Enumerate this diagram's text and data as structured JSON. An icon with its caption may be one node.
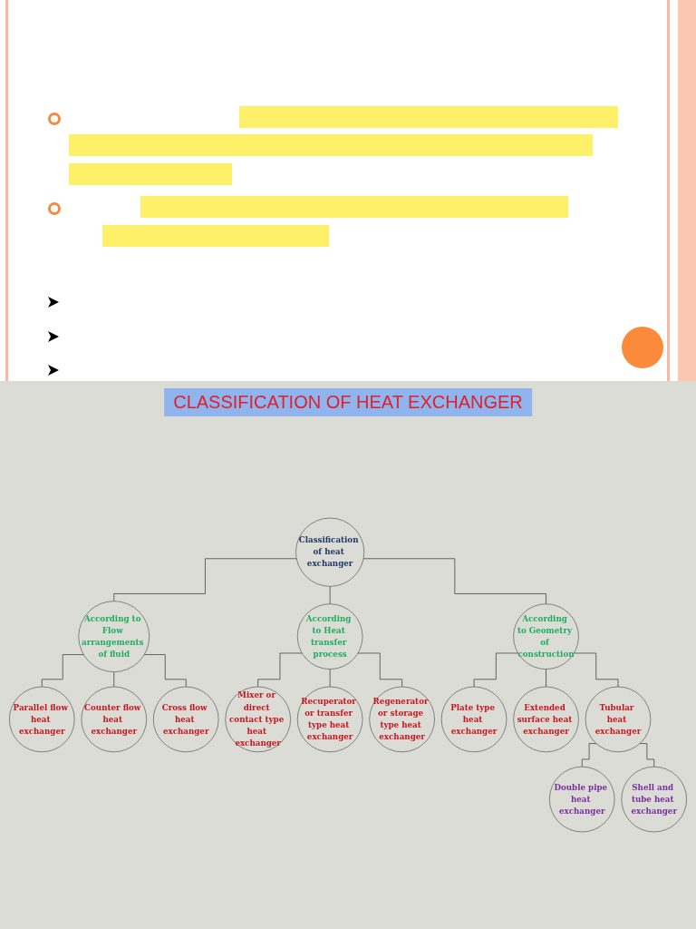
{
  "diagram": {
    "title": "CLASSIFICATION OF HEAT EXCHANGER",
    "nodes": [
      {
        "text": [
          "Classification of heat exchanger"
        ]
      },
      {
        "text": [
          "According to Flow arrangements of fluid"
        ]
      },
      {
        "text": [
          "According to Heat transfer process"
        ]
      },
      {
        "text": [
          "According to Geometry of construction"
        ]
      },
      {
        "text": [
          "Parallel flow heat exchanger"
        ]
      },
      {
        "text": [
          "Counter flow heat exchanger"
        ]
      },
      {
        "text": [
          "Cross flow heat exchanger"
        ]
      },
      {
        "text": [
          "Mixer or direct contact type heat exchanger"
        ]
      },
      {
        "text": [
          "Recuperator or transfer type heat exchanger"
        ]
      },
      {
        "text": [
          "Regenerator or storage type heat exchanger"
        ]
      },
      {
        "text": [
          "Plate type heat exchanger"
        ]
      },
      {
        "text": [
          "Extended surface heat exchanger"
        ]
      },
      {
        "text": [
          "Tubular heat exchanger"
        ]
      },
      {
        "text": [
          "Double pipe heat exchanger"
        ]
      },
      {
        "text": [
          "Shell and tube heat exchanger"
        ]
      }
    ],
    "edges": [
      {
        "from": 0,
        "to": 1,
        "arrow": "none"
      },
      {
        "from": 0,
        "to": 2,
        "arrow": "none"
      },
      {
        "from": 0,
        "to": 3,
        "arrow": "none"
      },
      {
        "from": 1,
        "to": 4,
        "arrow": "none"
      },
      {
        "from": 1,
        "to": 5,
        "arrow": "none"
      },
      {
        "from": 1,
        "to": 6,
        "arrow": "none"
      },
      {
        "from": 2,
        "to": 7,
        "arrow": "none"
      },
      {
        "from": 2,
        "to": 8,
        "arrow": "none"
      },
      {
        "from": 2,
        "to": 9,
        "arrow": "none"
      },
      {
        "from": 3,
        "to": 10,
        "arrow": "none"
      },
      {
        "from": 3,
        "to": 11,
        "arrow": "none"
      },
      {
        "from": 3,
        "to": 12,
        "arrow": "none"
      },
      {
        "from": 12,
        "to": 13,
        "arrow": "none"
      },
      {
        "from": 12,
        "to": 14,
        "arrow": "none"
      }
    ]
  }
}
